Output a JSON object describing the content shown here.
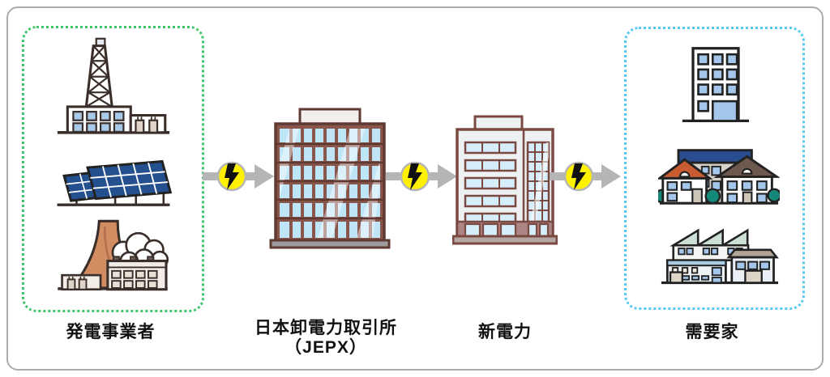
{
  "diagram": {
    "type": "flow-diagram",
    "subject": "electricity market flow",
    "nodes": {
      "generators": {
        "label": "発電事業者",
        "icons": [
          "power-station-icon",
          "solar-panels-icon",
          "thermal-plant-icon"
        ]
      },
      "jepx": {
        "label_line1": "日本卸電力取引所",
        "label_line2": "（JEPX）",
        "icons": [
          "jepx-building-icon"
        ]
      },
      "new_power": {
        "label": "新電力",
        "icons": [
          "new-power-building-icon"
        ]
      },
      "consumers": {
        "label": "需要家",
        "icons": [
          "office-building-icon",
          "houses-icon",
          "factory-icon"
        ]
      }
    },
    "arrows": [
      {
        "from": "generators",
        "to": "jepx",
        "icon": "lightning-bolt-icon"
      },
      {
        "from": "jepx",
        "to": "new_power",
        "icon": "lightning-bolt-icon"
      },
      {
        "from": "new_power",
        "to": "consumers",
        "icon": "lightning-bolt-icon"
      }
    ]
  },
  "colors": {
    "green_border": "#3ec66a",
    "blue_border": "#56c8f2",
    "arrow_gray": "#b5b5b5",
    "bolt_yellow": "#fff100",
    "bolt_black": "#111111",
    "panel_blue": "#24508f",
    "jepx_brown": "#8a564c",
    "window_blue": "#bfe6f8",
    "roof_orange": "#c95c33",
    "roof_navy": "#2a4d8f",
    "tower_terracotta": "#d18c62",
    "bush_teal": "#14897b"
  }
}
